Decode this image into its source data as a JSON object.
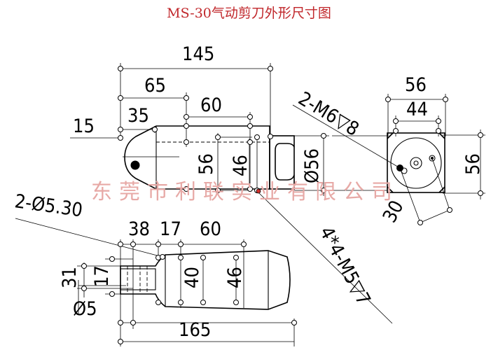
{
  "title": "MS-30气动剪刀外形尺寸图",
  "watermark": "东莞市利联实业有限公司",
  "colors": {
    "title": "#c0262a",
    "watermark": "#e7a9a6",
    "line": "#000000"
  },
  "top_view": {
    "overall": "145",
    "d65": "65",
    "d60": "60",
    "d35": "35",
    "d15": "15",
    "h56": "56",
    "h46": "46",
    "dia56": "Ø56"
  },
  "side_view": {
    "thread_note": "2-M6▽8",
    "w56": "56",
    "w44": "44",
    "h56": "56",
    "d30": "30"
  },
  "bottom_view": {
    "hole_note": "2-Ø5.30",
    "d38": "38",
    "d17": "17",
    "d60": "60",
    "v31": "31",
    "v17": "17",
    "v40": "40",
    "v46": "46",
    "dia5": "Ø5",
    "overall": "165",
    "thread_note": "4*4-M5▽7"
  }
}
